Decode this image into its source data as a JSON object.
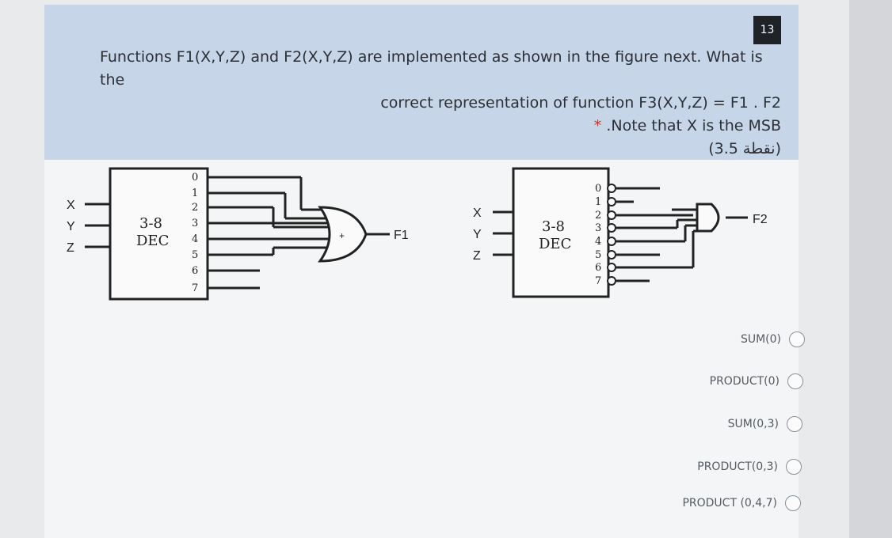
{
  "question": {
    "number": "13",
    "line1": "Functions F1(X,Y,Z) and F2(X,Y,Z) are implemented as shown in the figure next. What is the",
    "line2": "correct representation of function F3(X,Y,Z) = F1 . F2",
    "note_star": "*",
    "note": ".Note that X is the MSB",
    "points": "(نقطة 3.5)"
  },
  "figure": {
    "inputs": [
      "X",
      "Y",
      "Z"
    ],
    "decoder_label_1": "3-8",
    "decoder_label_2": "DEC",
    "outputs": [
      "0",
      "1",
      "2",
      "3",
      "4",
      "5",
      "6",
      "7"
    ],
    "or_symbol": "+",
    "f1_label": "F1",
    "f2_label": "F2"
  },
  "options": [
    {
      "label": "SUM(0)"
    },
    {
      "label": "PRODUCT(0)"
    },
    {
      "label": "SUM(0,3)"
    },
    {
      "label": "PRODUCT(0,3)"
    },
    {
      "label": "PRODUCT (0,4,7)"
    }
  ],
  "colors": {
    "header_bg": "#c7d5e8",
    "card_bg": "#f4f5f6",
    "qnum_bg": "#1f2226",
    "note_star": "#c0392b"
  }
}
